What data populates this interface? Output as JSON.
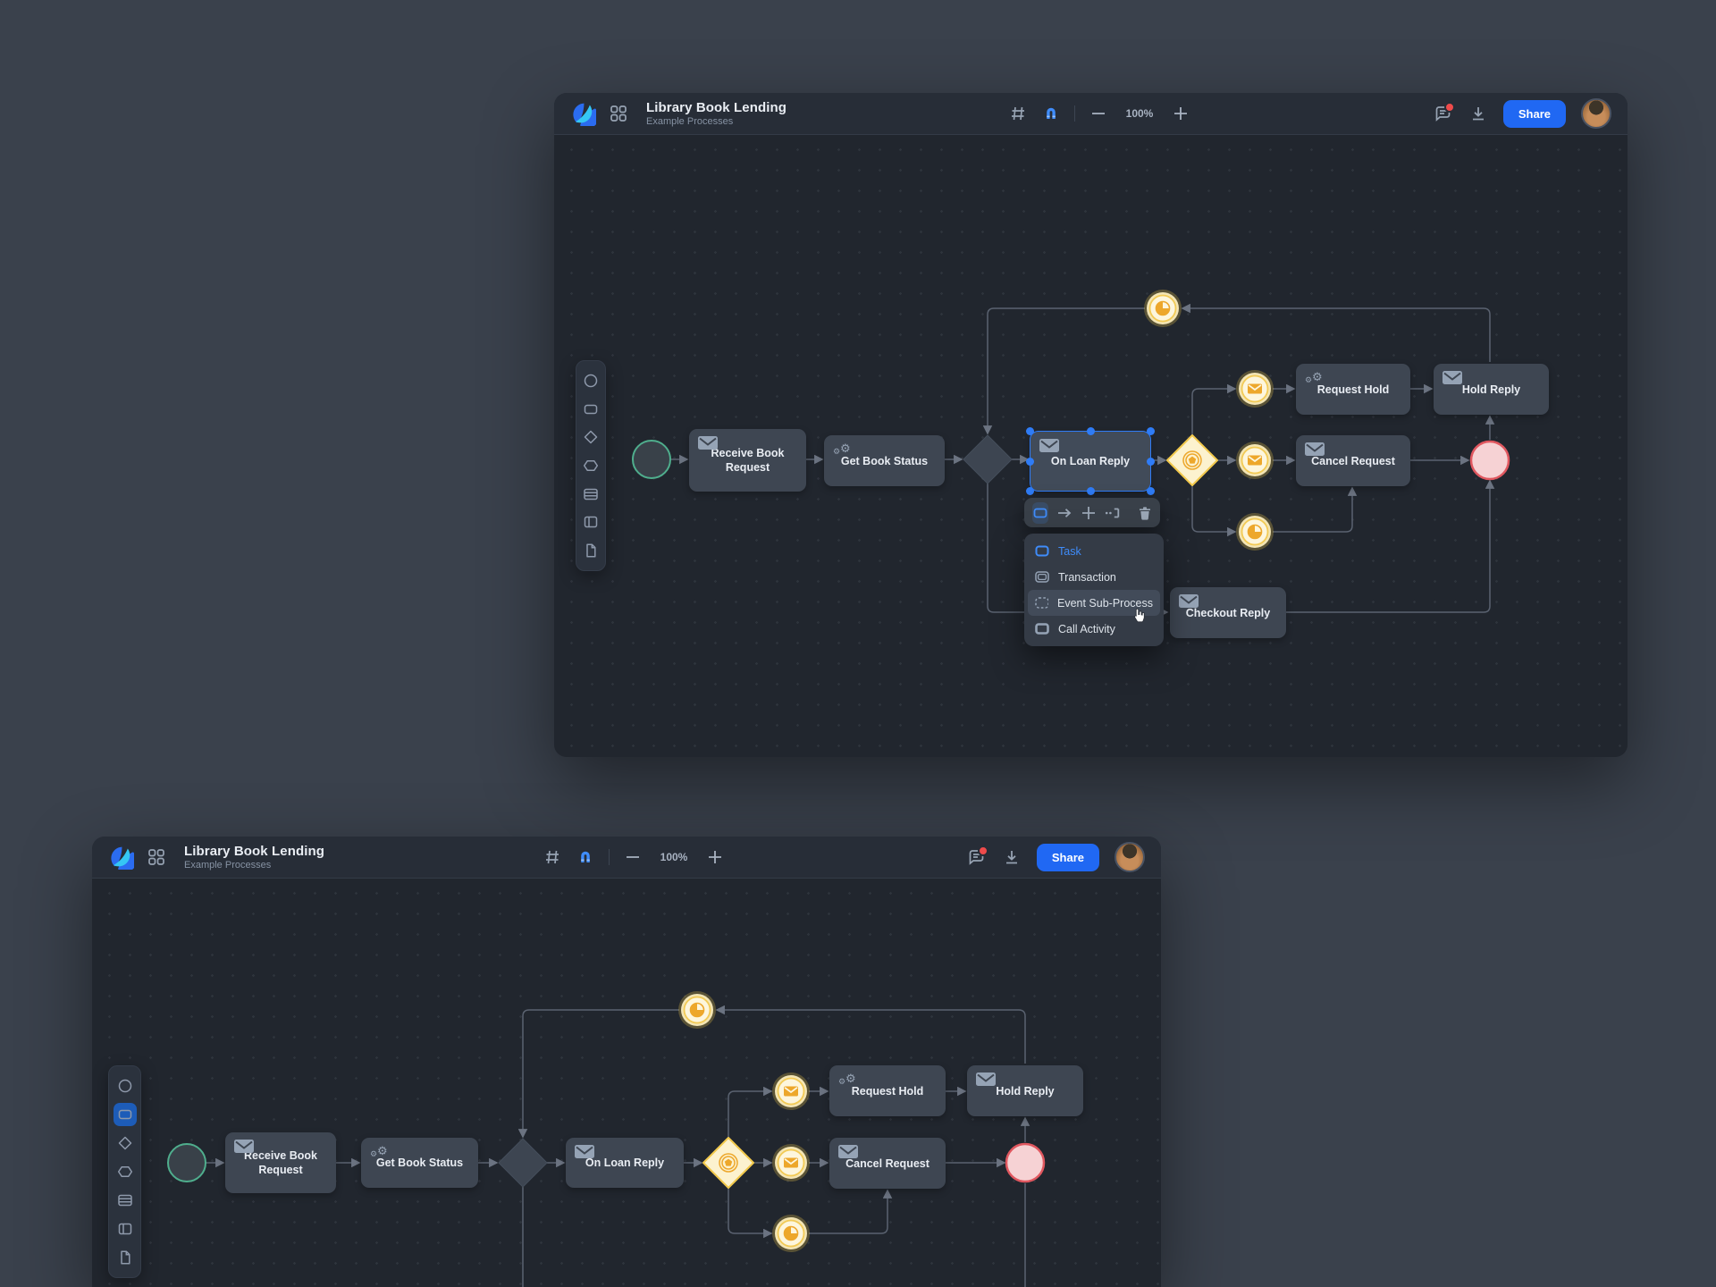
{
  "window": {
    "title": "Library Book Lending",
    "subtitle": "Example Processes",
    "zoom_level": "100%",
    "share_label": "Share"
  },
  "diagram": {
    "tasks": {
      "receive_line1": "Receive Book",
      "receive_line2": "Request",
      "get_book_status": "Get Book Status",
      "on_loan_reply": "On Loan Reply",
      "request_hold": "Request Hold",
      "hold_reply": "Hold Reply",
      "cancel_request": "Cancel Request",
      "checkout_reply": "Checkout Reply"
    }
  },
  "context_menu": {
    "items": [
      {
        "label": "Task",
        "state": "active"
      },
      {
        "label": "Transaction",
        "state": "default"
      },
      {
        "label": "Event Sub-Process",
        "state": "hovered"
      },
      {
        "label": "Call Activity",
        "state": "default"
      }
    ]
  },
  "icons": {
    "gear_glyph": "⚙"
  },
  "colors": {
    "page_bg": "#3a414c",
    "window_bg": "#262b34",
    "canvas_bg": "#21262e",
    "task_bg": "#3e4652",
    "accent_blue": "#3f8cfa",
    "selection_blue": "#2f7cf6",
    "share_button": "#2068f3",
    "event_yellow": "#f2c94c",
    "event_amber": "#eda72b",
    "start_green": "#4fae8d",
    "end_red": "#e0575f",
    "notification_red": "#ef4b4b",
    "logo_blue": "#2b6cf0",
    "logo_cyan": "#35c6f4"
  }
}
